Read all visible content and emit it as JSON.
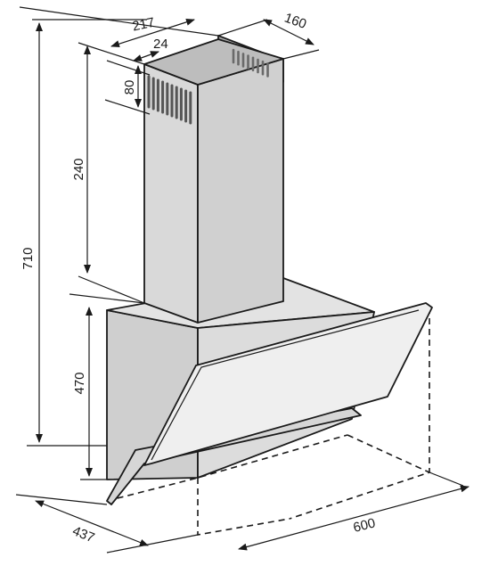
{
  "dimensions": {
    "total_height": "710",
    "canopy_height": "470",
    "chimney_height": "240",
    "vent_height": "80",
    "chimney_width": "217",
    "chimney_offset": "24",
    "chimney_depth": "160",
    "hood_depth": "437",
    "hood_width": "600"
  },
  "colors": {
    "body_fill": "#dcdcdc",
    "body_side": "#cfcfcf",
    "chimney_dark": "#a9a9a9",
    "glass_fill": "#efefef",
    "line": "#1a1a1a"
  }
}
